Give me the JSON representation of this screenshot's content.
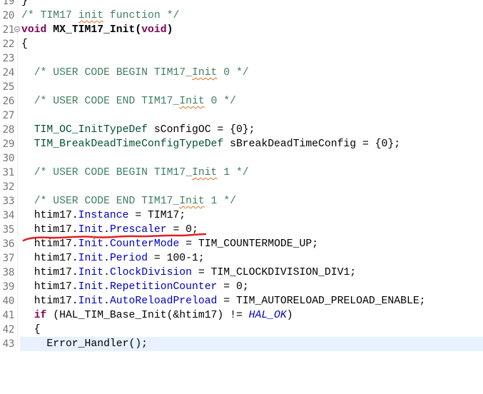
{
  "editor": {
    "lines": [
      {
        "num": "19",
        "text": "}"
      },
      {
        "num": "20",
        "text": "/* TIM17 init function */"
      },
      {
        "num": "21",
        "text": "void MX_TIM17_Init(void)",
        "fold": true
      },
      {
        "num": "22",
        "text": "{"
      },
      {
        "num": "23",
        "text": ""
      },
      {
        "num": "24",
        "text": "  /* USER CODE BEGIN TIM17_Init 0 */"
      },
      {
        "num": "25",
        "text": ""
      },
      {
        "num": "26",
        "text": "  /* USER CODE END TIM17_Init 0 */"
      },
      {
        "num": "27",
        "text": ""
      },
      {
        "num": "28",
        "text": "  TIM_OC_InitTypeDef sConfigOC = {0};"
      },
      {
        "num": "29",
        "text": "  TIM_BreakDeadTimeConfigTypeDef sBreakDeadTimeConfig = {0};"
      },
      {
        "num": "30",
        "text": ""
      },
      {
        "num": "31",
        "text": "  /* USER CODE BEGIN TIM17_Init 1 */"
      },
      {
        "num": "32",
        "text": ""
      },
      {
        "num": "33",
        "text": "  /* USER CODE END TIM17_Init 1 */"
      },
      {
        "num": "34",
        "text": "  htim17.Instance = TIM17;"
      },
      {
        "num": "35",
        "text": "  htim17.Init.Prescaler = 0;",
        "annotated": true
      },
      {
        "num": "36",
        "text": "  htim17.Init.CounterMode = TIM_COUNTERMODE_UP;"
      },
      {
        "num": "37",
        "text": "  htim17.Init.Period = 100-1;"
      },
      {
        "num": "38",
        "text": "  htim17.Init.ClockDivision = TIM_CLOCKDIVISION_DIV1;"
      },
      {
        "num": "39",
        "text": "  htim17.Init.RepetitionCounter = 0;"
      },
      {
        "num": "40",
        "text": "  htim17.Init.AutoReloadPreload = TIM_AUTORELOAD_PRELOAD_ENABLE;"
      },
      {
        "num": "41",
        "text": "  if (HAL_TIM_Base_Init(&htim17) != HAL_OK)"
      },
      {
        "num": "42",
        "text": "  {"
      },
      {
        "num": "43",
        "text": "    Error_Handler();",
        "current": true
      }
    ],
    "tokens": {
      "l19": [
        "}"
      ],
      "l20": [
        "/* TIM17 ",
        "init",
        " function */"
      ],
      "l21": [
        "void",
        " ",
        "MX_TIM17_Init",
        "(",
        "void",
        ")"
      ],
      "l22": [
        "{"
      ],
      "l24": [
        "  ",
        "/* USER CODE BEGIN TIM17_",
        "Init",
        " 0 */"
      ],
      "l26": [
        "  ",
        "/* USER CODE END TIM17_",
        "Init",
        " 0 */"
      ],
      "l28": [
        "  ",
        "TIM_OC_InitTypeDef",
        " sConfigOC = {0};"
      ],
      "l29": [
        "  ",
        "TIM_BreakDeadTimeConfigTypeDef",
        " sBreakDeadTimeConfig = {0};"
      ],
      "l31": [
        "  ",
        "/* USER CODE BEGIN TIM17_",
        "Init",
        " 1 */"
      ],
      "l33": [
        "  ",
        "/* USER CODE END TIM17_",
        "Init",
        " 1 */"
      ],
      "l34": [
        "  htim17.",
        "Instance",
        " = TIM17;"
      ],
      "l35": [
        "  htim17.",
        "Init",
        ".",
        "Prescaler",
        " = 0;"
      ],
      "l36": [
        "  htim17.",
        "Init",
        ".",
        "CounterMode",
        " = TIM_COUNTERMODE_UP;"
      ],
      "l37": [
        "  htim17.",
        "Init",
        ".",
        "Period",
        " = 100-1;"
      ],
      "l38": [
        "  htim17.",
        "Init",
        ".",
        "ClockDivision",
        " = TIM_CLOCKDIVISION_DIV1;"
      ],
      "l39": [
        "  htim17.",
        "Init",
        ".",
        "RepetitionCounter",
        " = 0;"
      ],
      "l40": [
        "  htim17.",
        "Init",
        ".",
        "AutoReloadPreload",
        " = TIM_AUTORELOAD_PRELOAD_ENABLE;"
      ],
      "l41": [
        "  ",
        "if",
        " (HAL_TIM_Base_Init(&htim17) != ",
        "HAL_OK",
        ")"
      ],
      "l42": [
        "  {"
      ],
      "l43": [
        "    Error_Handler();"
      ]
    }
  },
  "annotation": {
    "type": "red-freehand-underline",
    "target_line": "35",
    "color": "#e02020"
  },
  "colors": {
    "comment": "#3f7f5f",
    "keyword": "#7f0055",
    "type": "#005032",
    "field": "#0000c0",
    "line_number": "#787878",
    "current_line_bg": "#e8f2fe"
  }
}
